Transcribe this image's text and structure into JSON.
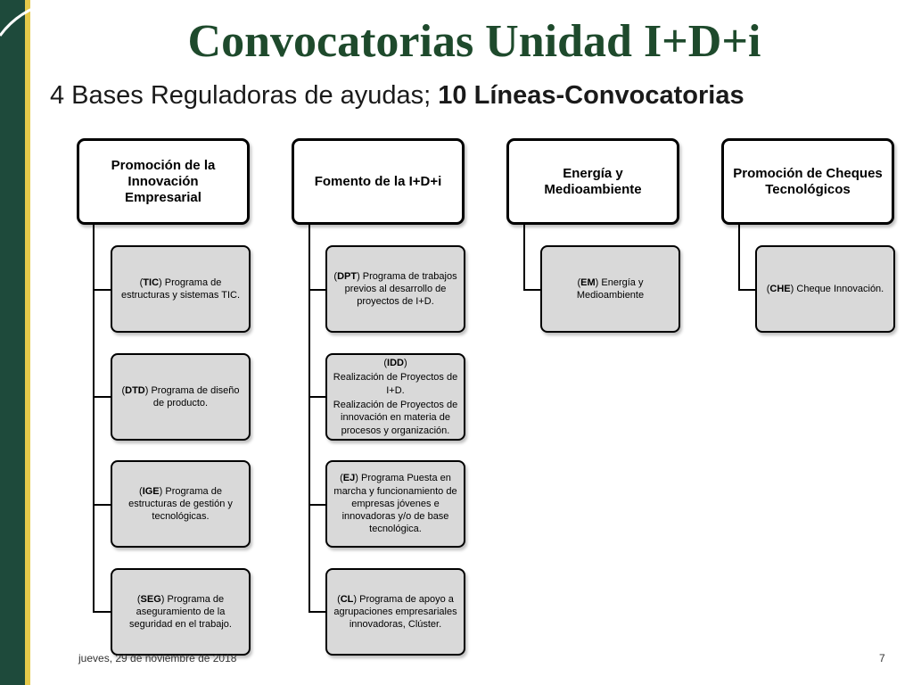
{
  "slide": {
    "title": "Convocatorias Unidad I+D+i",
    "subtitle_normal": "4 Bases Reguladoras de ayudas; ",
    "subtitle_bold": "10 Líneas-Convocatorias",
    "footer_date": "jueves, 29 de noviembre de 2018",
    "page_number": "7"
  },
  "colors": {
    "sidebar": "#1e4a3b",
    "accent_stripe": "#e6c94a",
    "title": "#1e4a2c",
    "child_fill": "#d9d9d9"
  },
  "groups": [
    {
      "label": "Promoción de la Innovación Empresarial",
      "items": [
        {
          "code": "TIC",
          "text": " Programa de estructuras y sistemas TIC."
        },
        {
          "code": "DTD",
          "text": " Programa de diseño de producto."
        },
        {
          "code": "IGE",
          "text": " Programa de estructuras de gestión y  tecnológicas."
        },
        {
          "code": "SEG",
          "text": " Programa de aseguramiento de la seguridad en el trabajo."
        }
      ]
    },
    {
      "label": "Fomento de la I+D+i",
      "items": [
        {
          "code": "DPT",
          "text": " Programa de trabajos previos al desarrollo de proyectos de I+D."
        },
        {
          "code": "IDD",
          "text": "",
          "extra1": "Realización de Proyectos de I+D.",
          "extra2": "Realización de Proyectos de innovación en materia de procesos y organización."
        },
        {
          "code": "EJ",
          "text": " Programa Puesta en marcha y funcionamiento de empresas jóvenes e innovadoras y/o de base tecnológica."
        },
        {
          "code": "CL",
          "text": " Programa de apoyo a agrupaciones empresariales innovadoras, Clúster."
        }
      ]
    },
    {
      "label": "Energía y Medioambiente",
      "items": [
        {
          "code": "EM",
          "text": " Energía y Medioambiente"
        }
      ]
    },
    {
      "label": "Promoción de Cheques Tecnológicos",
      "items": [
        {
          "code": "CHE",
          "text": " Cheque  Innovación."
        }
      ]
    }
  ]
}
